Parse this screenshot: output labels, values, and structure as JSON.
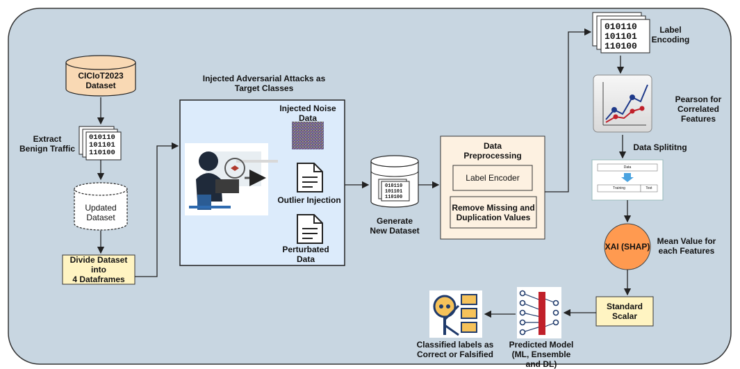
{
  "diagram": {
    "dataset": {
      "line1": "CICIoT2023",
      "line2": "Dataset"
    },
    "extract_label": {
      "line1": "Extract",
      "line2": "Benign Traffic"
    },
    "updated_dataset": {
      "line1": "Updated",
      "line2": "Dataset"
    },
    "divide_box": {
      "line1": "Divide Dataset into",
      "line2": "4 Dataframes"
    },
    "attacks_title": {
      "line1": "Injected Adversarial Attacks as",
      "line2": "Target Classes"
    },
    "noise_label": {
      "line1": "Injected Noise",
      "line2": "Data"
    },
    "outlier_label": "Outlier Injection",
    "perturbated_label": {
      "line1": "Perturbated",
      "line2": "Data"
    },
    "new_dataset_label": {
      "line1": "Generate",
      "line2": "New Dataset"
    },
    "preprocessing": {
      "title1": "Data",
      "title2": "Preprocessing",
      "label_encoder": "Label Encoder",
      "remove_line1": "Remove Missing and",
      "remove_line2": "Duplication Values"
    },
    "label_encoding": {
      "line1": "Label",
      "line2": "Encoding"
    },
    "pearson": {
      "line1": "Pearson for",
      "line2": "Correlated Features"
    },
    "splitting_label": "Data Splititng",
    "split_data_word": "Data",
    "split_train_word": "Training",
    "split_test_word": "Test",
    "xai_label": "XAI (SHAP)",
    "mean_value": {
      "line1": "Mean Value for",
      "line2": "each Features"
    },
    "standard_scalar": {
      "line1": "Standard",
      "line2": "Scalar"
    },
    "predicted_model": {
      "line1": "Predicted Model",
      "line2": "(ML, Ensemble",
      "line3": "and DL)"
    },
    "classified": {
      "line1": "Classified labels as",
      "line2": "Correct or Falsified"
    },
    "binary": {
      "row1": "010110",
      "row2": "101101",
      "row3": "110100"
    }
  },
  "colors": {
    "background": "#c8d6e1",
    "cylinder_orange": "#f9d9b4",
    "divide_box": "#fff4c2",
    "attack_panel": "#dcebfb",
    "preprocess_panel": "#fdf1e1",
    "xai_circle": "#ff9a50",
    "standard_scalar": "#fff4c2"
  },
  "icons": [
    "database-icon",
    "binary-files-icon",
    "hacker-icon",
    "noise-image-icon",
    "document-icon",
    "chart-icon",
    "split-icon",
    "neural-network-icon",
    "magnifier-list-icon"
  ]
}
